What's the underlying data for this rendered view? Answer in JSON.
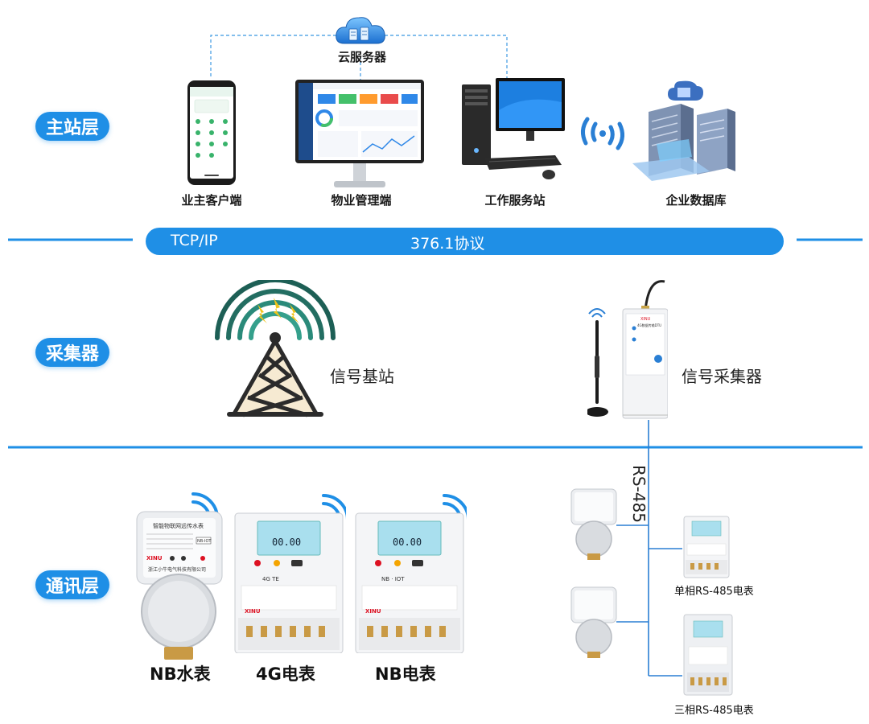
{
  "layers": {
    "master": "主站层",
    "collector": "采集器",
    "comm": "通讯层"
  },
  "cloud": {
    "label": "云服务器"
  },
  "nodes": {
    "owner_client": "业主客户端",
    "property_mgmt": "物业管理端",
    "work_station": "工作服务站",
    "enterprise_db": "企业数据库"
  },
  "protocol": {
    "left": "TCP/IP",
    "right": "376.1协议"
  },
  "collector": {
    "base_station": "信号基站",
    "signal_collector": "信号采集器"
  },
  "meters": {
    "nb_water": "NB水表",
    "g4_electric": "4G电表",
    "nb_electric": "NB电表",
    "rs485_bus": "RS-485",
    "single_phase": "单相RS-485电表",
    "three_phase": "三相RS-485电表"
  },
  "device_text": {
    "water_title": "智能物联网远传水表",
    "water_type": "NB-IOT",
    "brand": "XINU",
    "company": "浙江小牛电气科技有限公司",
    "lcd_value": "00.00",
    "meter_4g_tag": "4G TE",
    "meter_nb_tag": "NB · IOT",
    "dtu_title": "4G数据传输DTU"
  },
  "colors": {
    "accent": "#1f8fe6",
    "line": "#2a7fd4",
    "dashed": "#5aa9e6",
    "wave_outer": "#1d5f55",
    "wave_inner": "#2a8a7a",
    "bolt": "#f0c419"
  }
}
